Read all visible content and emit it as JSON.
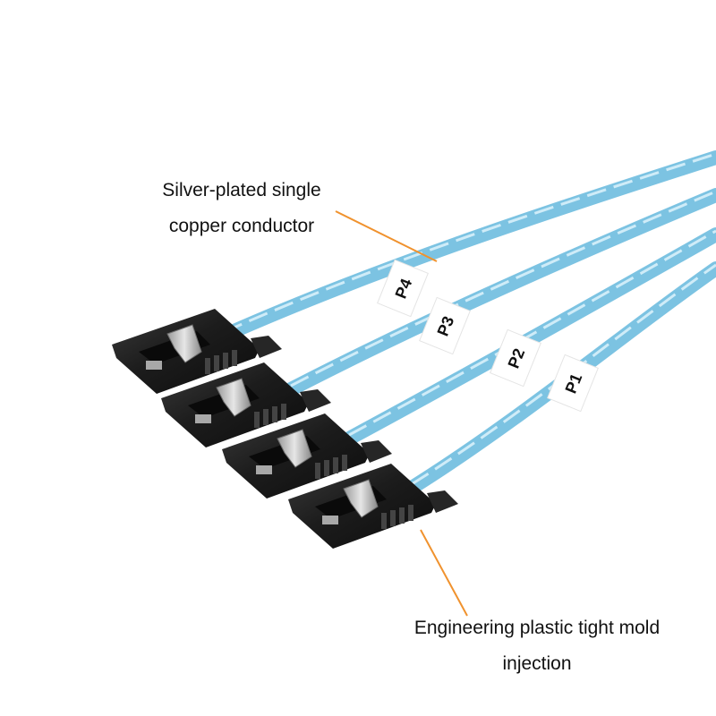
{
  "callouts": {
    "conductor": {
      "line1": "Silver-plated single",
      "line2": "copper conductor"
    },
    "connector": {
      "line1": "Engineering plastic tight mold",
      "line2": "injection"
    }
  },
  "ports": [
    {
      "label": "P4"
    },
    {
      "label": "P3"
    },
    {
      "label": "P2"
    },
    {
      "label": "P1"
    }
  ],
  "colors": {
    "cable": "#8fd0ec",
    "cable_highlight": "#d8f1fb",
    "connector": "#1c1c1c",
    "latch": "#c9c9c9",
    "leader_line": "#f0922e",
    "tag": "#ffffff"
  }
}
